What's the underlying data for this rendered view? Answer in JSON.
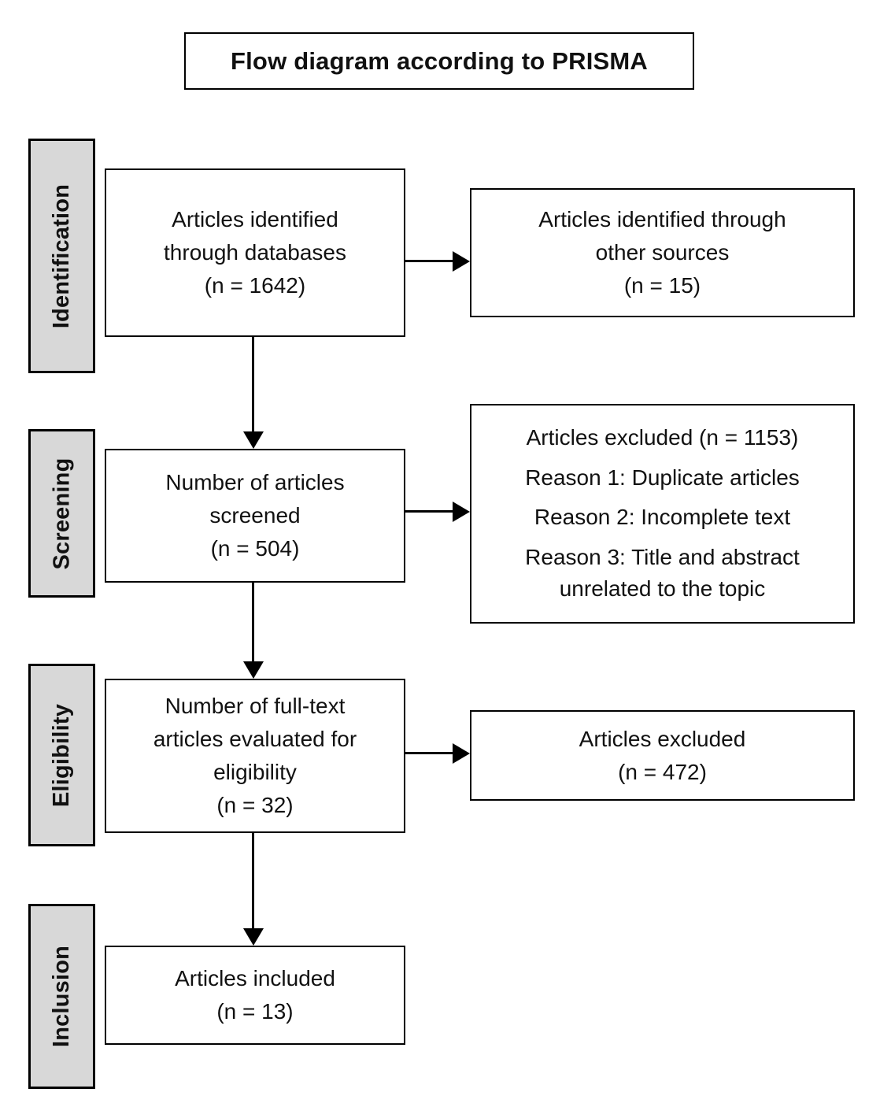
{
  "title": "Flow diagram according to PRISMA",
  "sidebar": {
    "stages": [
      {
        "label": "Identification"
      },
      {
        "label": "Screening"
      },
      {
        "label": "Eligibility"
      },
      {
        "label": "Inclusion"
      }
    ]
  },
  "boxes": {
    "identified_databases": "Articles identified\nthrough databases\n(n = 1642)",
    "identified_other": "Articles identified through\nother sources\n(n = 15)",
    "screened": "Number of articles\nscreened\n(n = 504)",
    "excluded_screening": {
      "lines": [
        "Articles excluded (n = 1153)",
        "Reason 1: Duplicate articles",
        "Reason 2: Incomplete text",
        "Reason 3: Title and abstract unrelated to the topic"
      ]
    },
    "fulltext_evaluated": "Number of full-text\narticles evaluated for\neligibility\n(n = 32)",
    "excluded_eligibility": "Articles excluded\n(n = 472)",
    "included": "Articles included\n(n = 13)"
  },
  "colors": {
    "stage_fill": "#d8d8d8",
    "border": "#000000",
    "background": "#ffffff"
  }
}
